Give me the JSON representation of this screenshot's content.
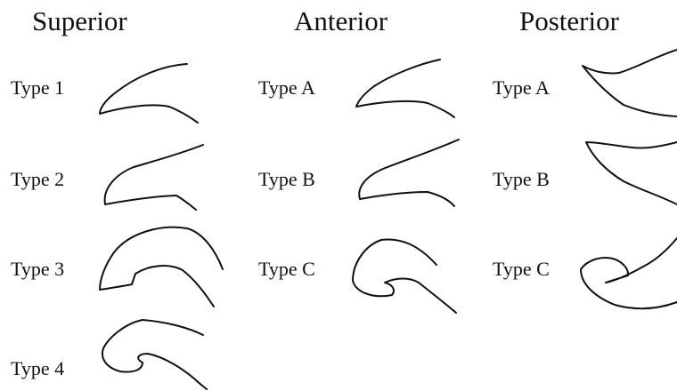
{
  "columns": [
    {
      "heading": "Superior",
      "types": [
        "Type 1",
        "Type 2",
        "Type 3",
        "Type 4"
      ]
    },
    {
      "heading": "Anterior",
      "types": [
        "Type A",
        "Type B",
        "Type C"
      ]
    },
    {
      "heading": "Posterior",
      "types": [
        "Type A",
        "Type B",
        "Type C"
      ]
    }
  ]
}
